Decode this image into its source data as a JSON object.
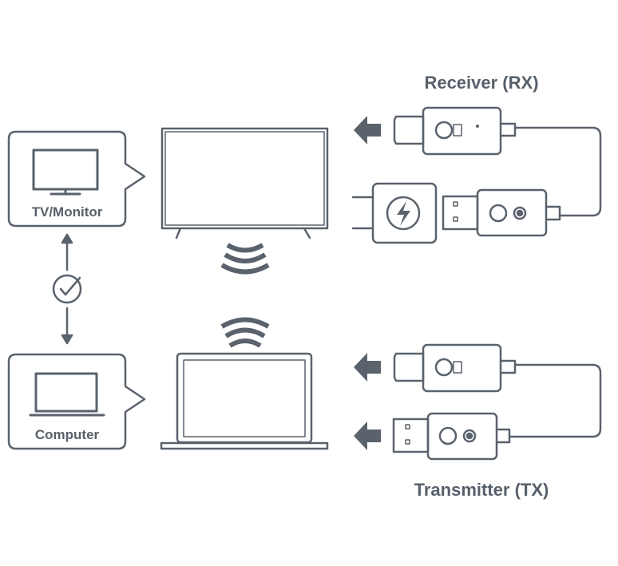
{
  "labels": {
    "receiver": "Receiver (RX)",
    "transmitter": "Transmitter (TX)",
    "tv_monitor": "TV/Monitor",
    "computer": "Computer"
  },
  "icons": {
    "check": "check-circle-icon",
    "wifi": "wifi-signal-icon",
    "power": "lightning-bolt-icon",
    "arrow": "arrow-left-icon"
  },
  "colors": {
    "stroke": "#5a626c",
    "arrow_fill": "#5a626c",
    "background": "#ffffff"
  }
}
